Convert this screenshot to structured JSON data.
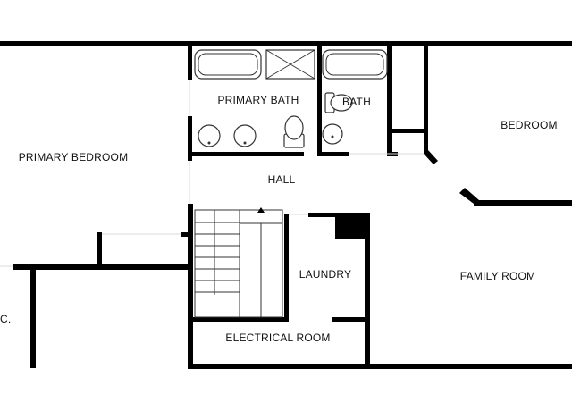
{
  "rooms": {
    "primary_bath": "PRIMARY BATH",
    "bath": "BATH",
    "bedroom": "BEDROOM",
    "primary_bedroom": "PRIMARY BEDROOM",
    "hall": "HALL",
    "laundry": "LAUNDRY",
    "family_room": "FAMILY ROOM",
    "electrical_room": "ELECTRICAL ROOM",
    "closet_partial": "C."
  },
  "colors": {
    "wall": "#000000",
    "background": "#ffffff",
    "fixture": "#333333"
  }
}
